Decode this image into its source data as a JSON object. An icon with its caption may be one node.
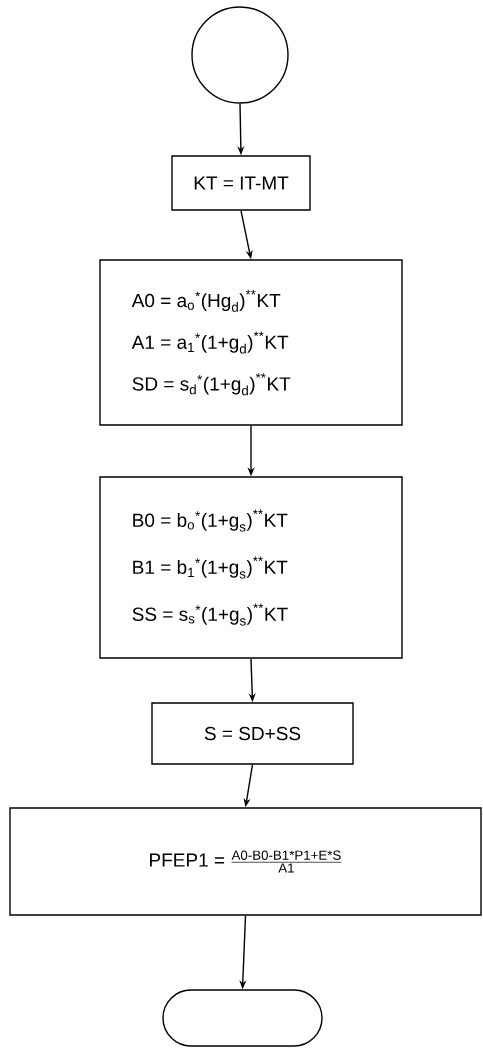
{
  "diagram": {
    "nodes": [
      {
        "text": [],
        "shape": "circle"
      },
      {
        "text": [
          "KT = IT-MT"
        ]
      },
      {
        "text": [
          "\\text{A0 = a}_{\\text{o}}{}^{\\text{*}}\\text{(Hg}_{\\text{d}}\\text{)}^{\\text{**}}\\text{KT}",
          "\\text{A1 = a}_{\\text{1}}{}^{\\text{*}}\\text{(1+g}_{\\text{d}}\\text{)}^{\\text{**}}\\text{KT}",
          "\\text{SD = s}_{\\text{d}}{}^{\\text{*}}\\text{(1+g}_{\\text{d}}\\text{)}^{\\text{**}}\\text{KT}"
        ]
      },
      {
        "text": [
          "\\text{B0 = b}_{\\text{o}}{}^{\\text{*}}\\text{(1+g}_{\\text{s}}\\text{)}^{\\text{**}}\\text{KT}",
          "\\text{B1 = b}_{\\text{1}}{}^{\\text{*}}\\text{(1+g}_{\\text{s}}\\text{)}^{\\text{**}}\\text{KT}",
          "\\text{SS = s}_{\\text{s}}{}^{\\text{*}}\\text{(1+g}_{\\text{s}}\\text{)}^{\\text{**}}\\text{KT}"
        ]
      },
      {
        "text": [
          "S = SD+SS"
        ]
      },
      {
        "text": [
          "\\text{PFEP1 = }\\frac{\\text{A0-B0-B1*P1+E*S}}{\\text{A1}}"
        ]
      },
      {
        "text": [],
        "shape": "oval"
      }
    ],
    "edges": [
      {
        "from": 0,
        "to": 1,
        "arrow": "to"
      },
      {
        "from": 1,
        "to": 2,
        "arrow": "to"
      },
      {
        "from": 2,
        "to": 3,
        "arrow": "to"
      },
      {
        "from": 3,
        "to": 4,
        "arrow": "to"
      },
      {
        "from": 4,
        "to": 5,
        "arrow": "to"
      },
      {
        "from": 5,
        "to": 6,
        "arrow": "to"
      }
    ]
  }
}
